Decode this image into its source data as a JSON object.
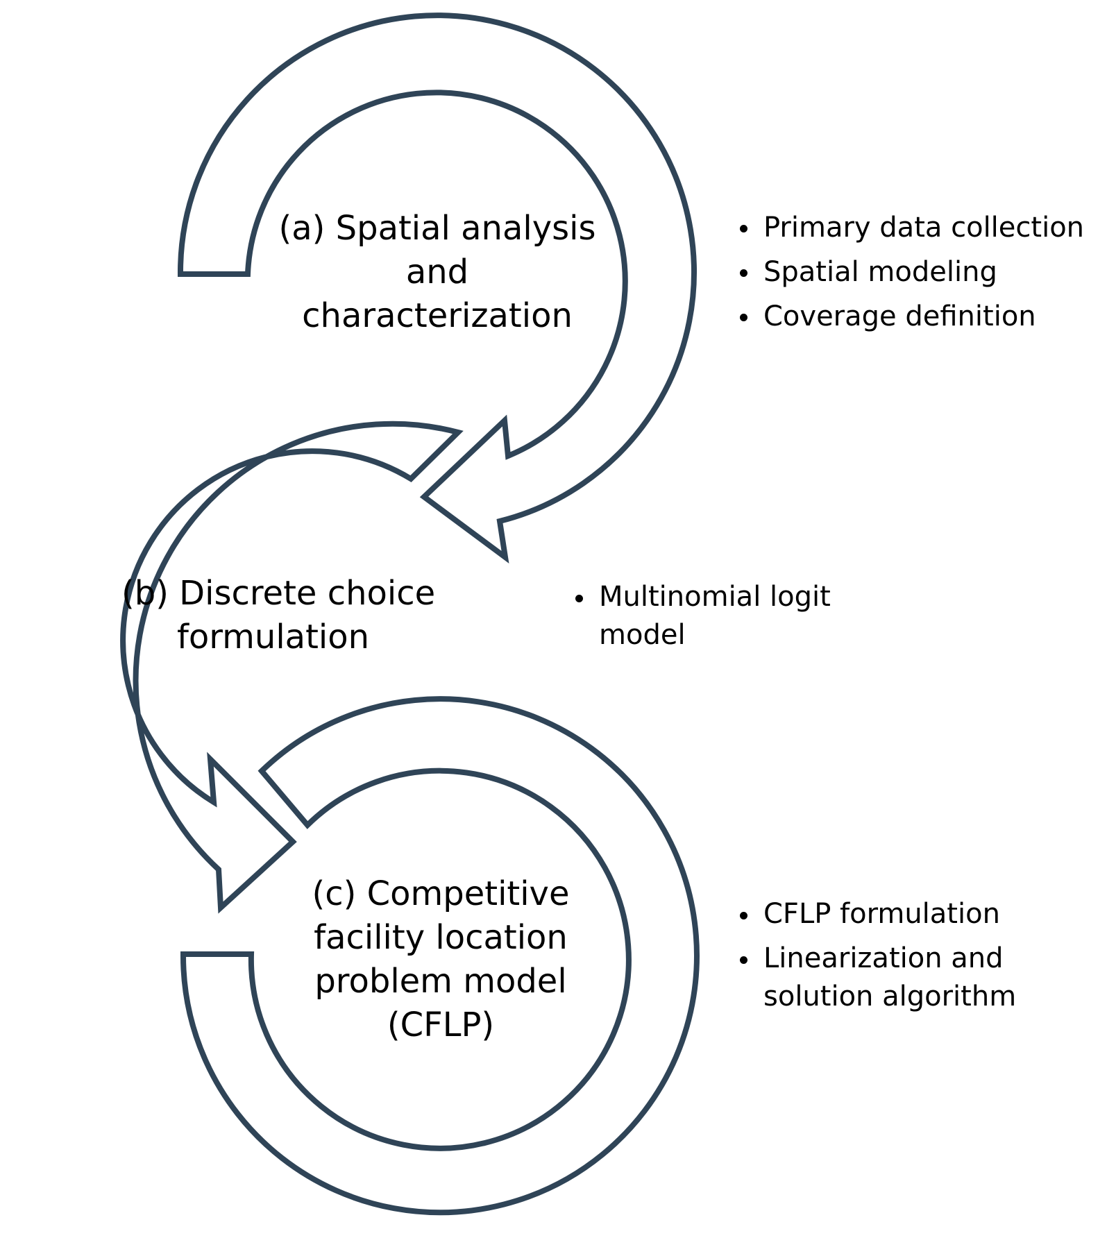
{
  "stages": [
    {
      "id": "a",
      "label_lines": [
        "(a) Spatial analysis",
        "and",
        "characterization"
      ],
      "bullets": [
        "Primary data collection",
        "Spatial modeling",
        "Coverage definition"
      ]
    },
    {
      "id": "b",
      "label_lines": [
        "(b) Discrete choice",
        "formulation"
      ],
      "bullets": [
        "Multinomial logit model"
      ]
    },
    {
      "id": "c",
      "label_lines": [
        "(c) Competitive",
        "facility location",
        "problem model",
        "(CFLP)"
      ],
      "bullets": [
        "CFLP formulation",
        "Linearization and solution algorithm"
      ]
    }
  ],
  "colors": {
    "arrow_stroke": "#2f4457",
    "arrow_fill": "#ffffff",
    "text": "#000000"
  }
}
